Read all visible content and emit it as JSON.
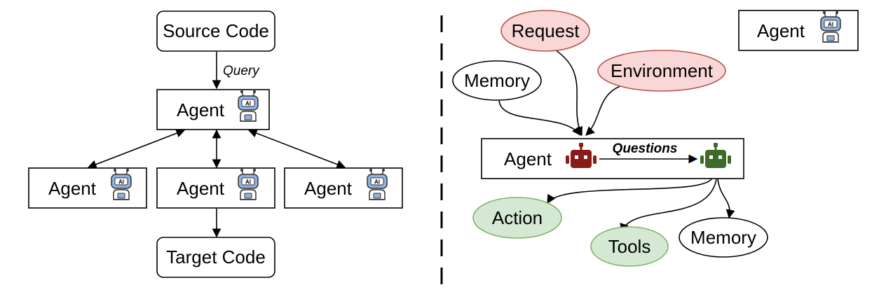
{
  "left": {
    "source_code": "Source Code",
    "query_label": "Query",
    "agent_main": "Agent",
    "agent_a": "Agent",
    "agent_b": "Agent",
    "agent_c": "Agent",
    "target_code": "Target Code"
  },
  "right": {
    "request": "Request",
    "memory_in": "Memory",
    "environment": "Environment",
    "agent": "Agent",
    "questions_label": "Questions",
    "action": "Action",
    "tools": "Tools",
    "memory_out": "Memory",
    "legend_agent": "Agent"
  },
  "colors": {
    "red_fill": "#f8d7d6",
    "red_stroke": "#b85450",
    "green_fill": "#d5e8d4",
    "green_stroke": "#82b366",
    "robot_red": "#8b1a1a",
    "robot_green": "#3f6b2a",
    "ai_icon_blue": "#8fb3df"
  }
}
